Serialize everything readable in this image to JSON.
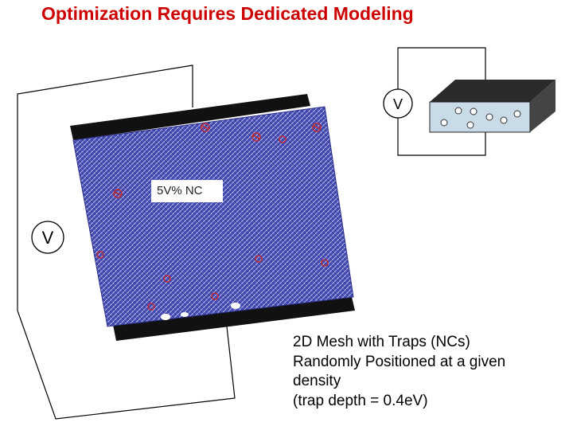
{
  "title": "Optimization Requires Dedicated Modeling",
  "voltmeter_left": {
    "label": "V"
  },
  "voltmeter_right": {
    "label": "V"
  },
  "nc_label": "5V%  NC",
  "caption": {
    "line1": "2D Mesh with Traps (NCs)",
    "line2": "Randomly Positioned at a given",
    "line3": "density",
    "line4": "(trap depth = 0.4eV)"
  },
  "colors": {
    "title": "#cc0000",
    "mesh": "#3a3fa8",
    "electrode": "#111111",
    "box_top": "#2a2a2a",
    "box_front": "#c9dbe7",
    "box_side": "#3a3a3a",
    "trap": "#cc2222"
  }
}
